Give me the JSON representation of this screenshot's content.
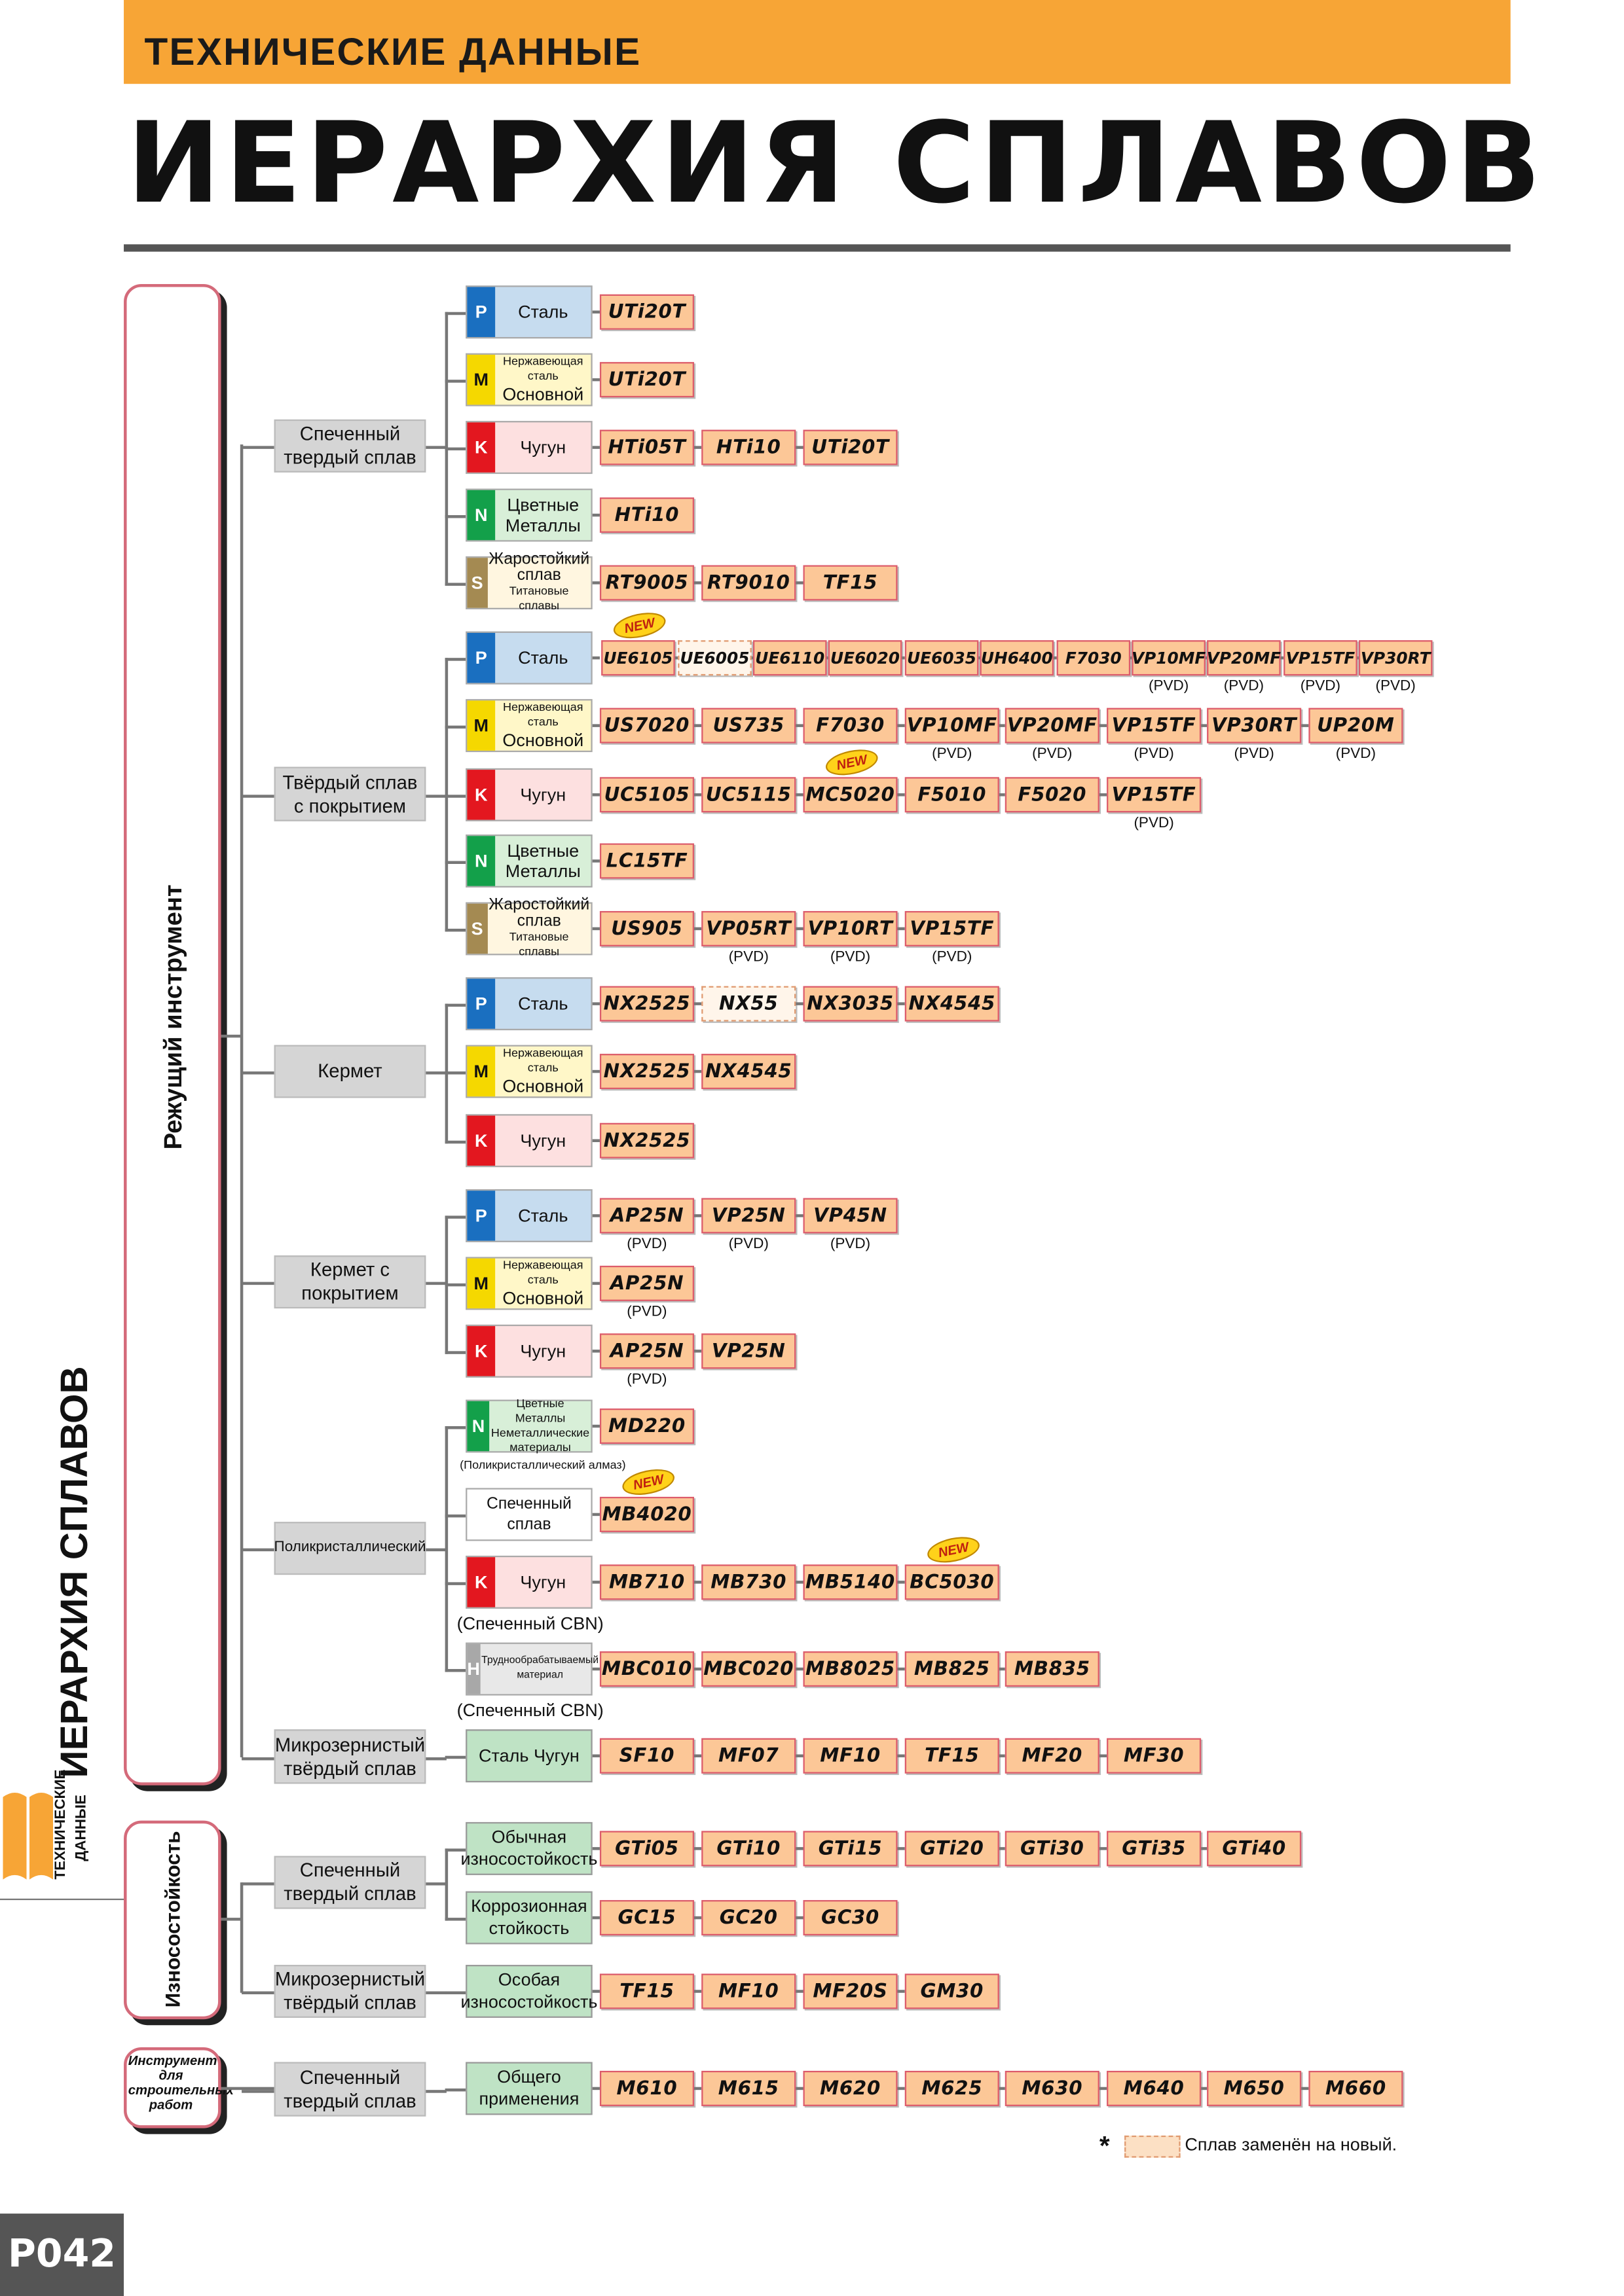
{
  "header": {
    "section": "ТЕХНИЧЕСКИЕ ДАННЫЕ",
    "title": "ИЕРАРХИЯ СПЛАВОВ"
  },
  "side": {
    "vertical_title": "ИЕРАРХИЯ СПЛАВОВ",
    "tab_line1": "ТЕХНИЧЕСКИЕ",
    "tab_line2": "ДАННЫЕ"
  },
  "page_number": "P042",
  "groups": {
    "cutting": "Режущий инструмент",
    "wear": "Износостойкость",
    "construction": "Инструмент для строительных работ"
  },
  "categories": {
    "sintered": "Спеченный твердый сплав",
    "coated": "Твёрдый сплав с покрытием",
    "cermet": "Кермет",
    "coated_cermet": "Кермет с покрытием",
    "poly": "Поликристаллический",
    "micro": "Микрозернистый твёрдый сплав",
    "wear_sintered": "Спеченный твердый сплав",
    "wear_micro": "Микрозернистый твёрдый сплав",
    "cons_sintered": "Спеченный твердый сплав"
  },
  "labels": {
    "steel": "Сталь",
    "stainless_top": "Нержавеющая сталь",
    "stainless_bottom": "Основной",
    "cast_iron": "Чугун",
    "nonferrous": "Цветные Металлы",
    "heat_top": "Жаростойкий сплав",
    "heat_bottom": "Титановые сплавы",
    "poly_n_1": "Цветные Металлы",
    "poly_n_2": "Неметаллические материалы",
    "poly_n_note": "(Поликристаллический алмаз)",
    "poly_sintered": "Спеченный сплав",
    "poly_h": "Труднообрабатываемый материал",
    "cbn_note": "(Спеченный CBN)",
    "micro_steel_iron": "Сталь Чугун",
    "normal_wear": "Обычная износостойкость",
    "corrosion": "Коррозионная стойкость",
    "special_wear": "Особая износостойкость",
    "general": "Общего применения",
    "pvd": "(PVD)",
    "new": "NEW",
    "legend_star": "*",
    "legend": "Сплав заменён на новый."
  },
  "iso_colors": {
    "P": "#1a6fc0",
    "M": "#f5d800",
    "K": "#e3171f",
    "N": "#13a04a",
    "S": "#a48a52",
    "H": "#a8a8a8"
  },
  "grades": {
    "r1": [
      "UTi20T"
    ],
    "r2": [
      "UTi20T"
    ],
    "r3": [
      "HTi05T",
      "HTi10",
      "UTi20T"
    ],
    "r4": [
      "HTi10"
    ],
    "r5": [
      "RT9005",
      "RT9010",
      "TF15"
    ],
    "r6": [
      "UE6105",
      "UE6005",
      "UE6110",
      "UE6020",
      "UE6035",
      "UH6400",
      "F7030",
      "VP10MF",
      "VP20MF",
      "VP15TF",
      "VP30RT"
    ],
    "r7": [
      "US7020",
      "US735",
      "F7030",
      "VP10MF",
      "VP20MF",
      "VP15TF",
      "VP30RT",
      "UP20M"
    ],
    "r8": [
      "UC5105",
      "UC5115",
      "MC5020",
      "F5010",
      "F5020",
      "VP15TF"
    ],
    "r9": [
      "LC15TF"
    ],
    "r10": [
      "US905",
      "VP05RT",
      "VP10RT",
      "VP15TF"
    ],
    "r11": [
      "NX2525",
      "NX55",
      "NX3035",
      "NX4545"
    ],
    "r12": [
      "NX2525",
      "NX4545"
    ],
    "r13": [
      "NX2525"
    ],
    "r14": [
      "AP25N",
      "VP25N",
      "VP45N"
    ],
    "r15": [
      "AP25N"
    ],
    "r16": [
      "AP25N",
      "VP25N"
    ],
    "r17": [
      "MD220"
    ],
    "r18": [
      "MB4020"
    ],
    "r19": [
      "MB710",
      "MB730",
      "MB5140",
      "BC5030"
    ],
    "r20": [
      "MBC010",
      "MBC020",
      "MB8025",
      "MB825",
      "MB835"
    ],
    "r21": [
      "SF10",
      "MF07",
      "MF10",
      "TF15",
      "MF20",
      "MF30"
    ],
    "r22": [
      "GTi05",
      "GTi10",
      "GTi15",
      "GTi20",
      "GTi30",
      "GTi35",
      "GTi40"
    ],
    "r23": [
      "GC15",
      "GC20",
      "GC30"
    ],
    "r24": [
      "TF15",
      "MF10",
      "MF20S",
      "GM30"
    ],
    "r25": [
      "M610",
      "M615",
      "M620",
      "M625",
      "M630",
      "M640",
      "M650",
      "M660"
    ]
  }
}
